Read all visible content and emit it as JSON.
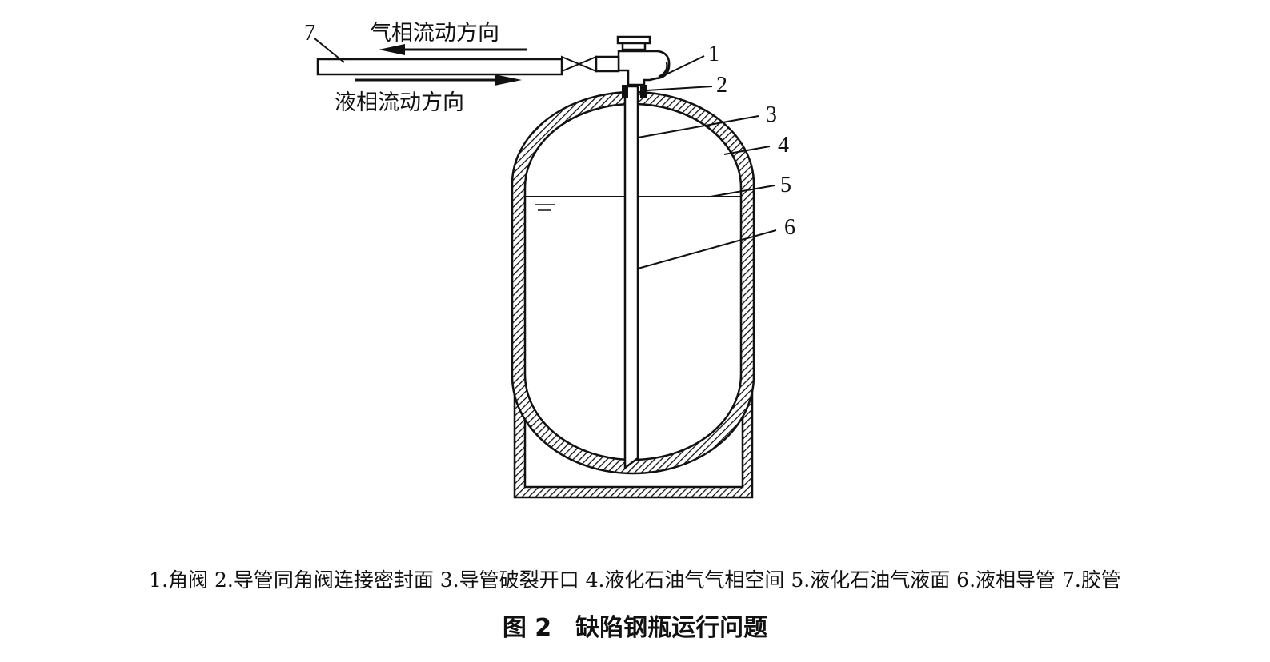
{
  "flow_labels": {
    "gas": "气相流动方向",
    "liquid": "液相流动方向"
  },
  "callouts": [
    "1",
    "2",
    "3",
    "4",
    "5",
    "6",
    "7"
  ],
  "caption": "1.角阀 2.导管同角阀连接密封面 3.导管破裂开口 4.液化石油气气相空间 5.液化石油气液面 6.液相导管 7.胶管",
  "title": "图 2　缺陷钢瓶运行问题"
}
